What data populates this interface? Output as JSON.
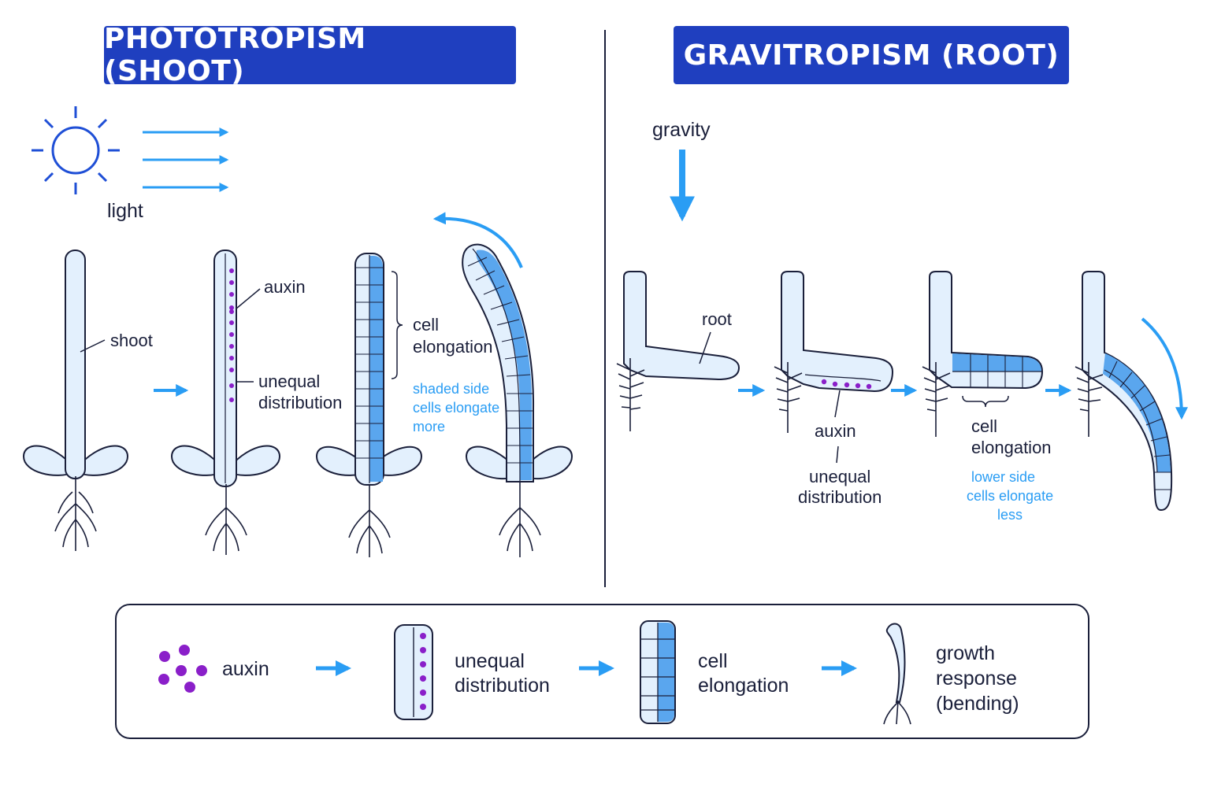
{
  "titles": {
    "phototropism": "PHOTOTROPISM (SHOOT)",
    "gravitropism": "GRAVITROPISM (ROOT)"
  },
  "phototropism": {
    "light_label": "light",
    "shoot_label": "shoot",
    "auxin_label": "auxin",
    "unequal_line1": "unequal",
    "unequal_line2": "distribution",
    "elong_line1": "cell",
    "elong_line2": "elongation",
    "note_line1": "shaded side",
    "note_line2": "cells elongate",
    "note_line3": "more"
  },
  "gravitropism": {
    "gravity_label": "gravity",
    "root_label": "root",
    "auxin_label": "auxin",
    "unequal_line1": "unequal",
    "unequal_line2": "distribution",
    "elong_line1": "cell",
    "elong_line2": "elongation",
    "note_line1": "lower side",
    "note_line2": "cells elongate",
    "note_line3": "less"
  },
  "summary": {
    "auxin": "auxin",
    "unequal_line1": "unequal",
    "unequal_line2": "distribution",
    "elong_line1": "cell",
    "elong_line2": "elongation",
    "growth_line1": "growth",
    "growth_line2": "response",
    "growth_line3": "(bending)"
  },
  "colors": {
    "title_bg": "#1f3fbf",
    "outline": "#1a1f3a",
    "fill_light": "#e3f0fd",
    "cell_dark": "#5aa6ee",
    "arrow_blue": "#2a9df4",
    "auxin_purple": "#8a1fc9",
    "sun_blue": "#1f4fd6"
  }
}
